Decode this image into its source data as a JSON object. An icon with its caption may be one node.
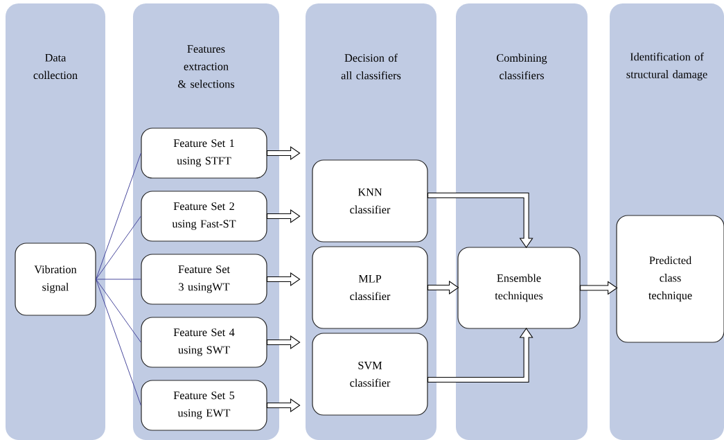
{
  "diagram": {
    "nodes": [
      {
        "text": [
          "Data collection"
        ]
      },
      {
        "text": [
          "Vibration signal"
        ],
        "in": 0
      },
      {
        "text": [
          "Features extraction & selections"
        ]
      },
      {
        "text": [
          "Feature Set 1 using STFT"
        ],
        "in": 2
      },
      {
        "text": [
          "Feature Set 2 using Fast-ST"
        ],
        "in": 2
      },
      {
        "text": [
          "Feature Set 3 usingWT"
        ],
        "in": 2
      },
      {
        "text": [
          "Feature Set 4 using SWT"
        ],
        "in": 2
      },
      {
        "text": [
          "Feature Set 5 using EWT"
        ],
        "in": 2
      },
      {
        "text": [
          "Decision of all classifiers"
        ]
      },
      {
        "text": [
          "KNN classifier"
        ],
        "in": 8
      },
      {
        "text": [
          "MLP classifier"
        ],
        "in": 8
      },
      {
        "text": [
          "SVM classifier"
        ],
        "in": 8
      },
      {
        "text": [
          "Combining classifiers"
        ]
      },
      {
        "text": [
          "Ensemble techniques"
        ],
        "in": 12
      },
      {
        "text": [
          "Identification of structural damage"
        ]
      },
      {
        "text": [
          "Predicted class technique"
        ],
        "in": 14
      }
    ],
    "edges": [
      {
        "from": 1,
        "to": 3,
        "arrow": "none",
        "color": "#3c3c96"
      },
      {
        "from": 1,
        "to": 4,
        "arrow": "none",
        "color": "#3c3c96"
      },
      {
        "from": 1,
        "to": 5,
        "arrow": "none",
        "color": "#3c3c96"
      },
      {
        "from": 1,
        "to": 6,
        "arrow": "none",
        "color": "#3c3c96"
      },
      {
        "from": 1,
        "to": 7,
        "arrow": "none",
        "color": "#3c3c96"
      },
      {
        "from": 3,
        "to": null,
        "arrow": "to"
      },
      {
        "from": 4,
        "to": null,
        "arrow": "to"
      },
      {
        "from": 5,
        "to": null,
        "arrow": "to"
      },
      {
        "from": 6,
        "to": null,
        "arrow": "to"
      },
      {
        "from": 7,
        "to": null,
        "arrow": "to"
      },
      {
        "from": 9,
        "to": 13,
        "arrow": "to"
      },
      {
        "from": 10,
        "to": 13,
        "arrow": "to"
      },
      {
        "from": 11,
        "to": 13,
        "arrow": "to"
      },
      {
        "from": 13,
        "to": 15,
        "arrow": "to"
      }
    ]
  }
}
